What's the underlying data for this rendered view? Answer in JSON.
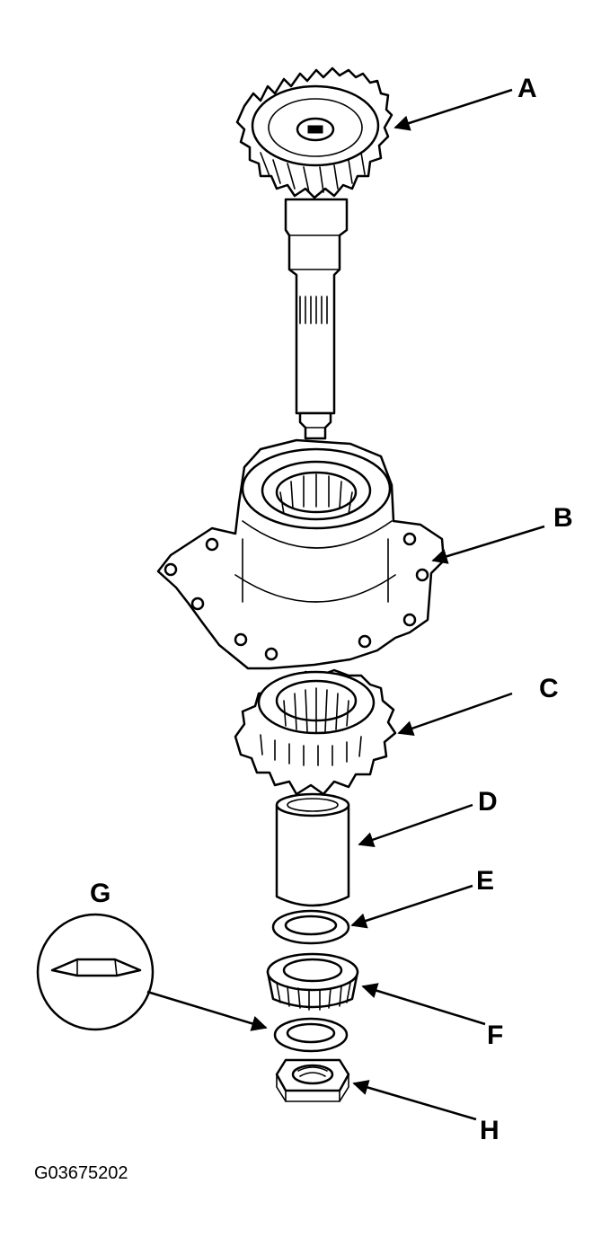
{
  "figure_id": "G03675202",
  "callouts": {
    "A": "A",
    "B": "B",
    "C": "C",
    "D": "D",
    "E": "E",
    "F": "F",
    "G": "G",
    "H": "H"
  },
  "colors": {
    "ink": "#000000",
    "background": "#ffffff"
  }
}
